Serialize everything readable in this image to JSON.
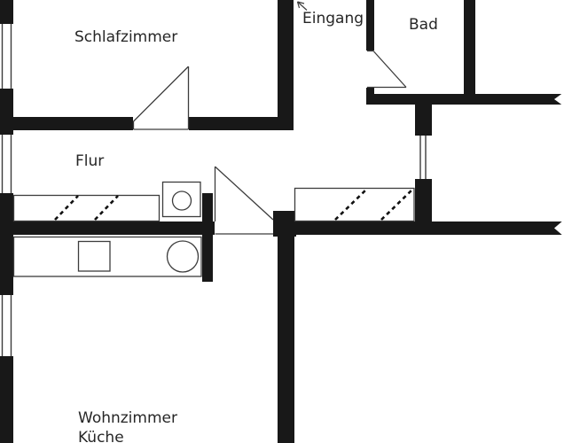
{
  "floorplan": {
    "rooms": {
      "schlafzimmer": {
        "label": "Schlafzimmer"
      },
      "eingang": {
        "label": "Eingang"
      },
      "bad": {
        "label": "Bad"
      },
      "flur": {
        "label": "Flur"
      },
      "wohnzimmer_kueche": {
        "label_line1": "Wohnzimmer",
        "label_line2": "Küche"
      }
    },
    "colors": {
      "wall": "#181818",
      "background": "#ffffff",
      "symbol_line": "#3c3c3c",
      "hatch": "#111111",
      "text": "#262626"
    }
  }
}
